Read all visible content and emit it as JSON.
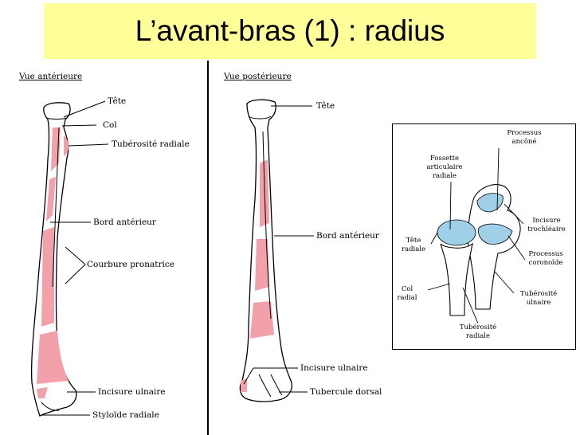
{
  "title": "L’avant-bras (1) : radius",
  "views": {
    "anterior": "Vue antérieure",
    "posterior": "Vue postérieure"
  },
  "anterior_labels": {
    "tete": "Tête",
    "col": "Col",
    "tuberosite_radiale": "Tubérosité radiale",
    "bord_anterieur": "Bord antérieur",
    "courbure_pronatrice": "Courbure pronatrice",
    "incisure_ulnaire": "Incisure ulnaire",
    "styloide_radiale": "Styloïde radiale"
  },
  "posterior_labels": {
    "tete": "Tête",
    "bord_anterieur": "Bord antérieur",
    "incisure_ulnaire": "Incisure ulnaire",
    "tubercule_dorsal": "Tubercule dorsal"
  },
  "inset_labels": {
    "processus_ancone": "Processus\nancôné",
    "fossette_articulaire": "Fossette\narticulaire\nradiale",
    "incisure_trochleaire": "Incisure\ntrochléaire",
    "tete_radiale": "Tête\nradiale",
    "processus_coronoide": "Processus\ncoronoïde",
    "col_radial": "Col\nradial",
    "tuberosite_ulnaire": "Tubérosité\nulnaire",
    "tuberosite_radiale": "Tubérosité\nradiale"
  },
  "colors": {
    "title_bg": "#ffff99",
    "muscle_insertion": "#f2a0aa",
    "cartilage": "#9fd0e8"
  }
}
